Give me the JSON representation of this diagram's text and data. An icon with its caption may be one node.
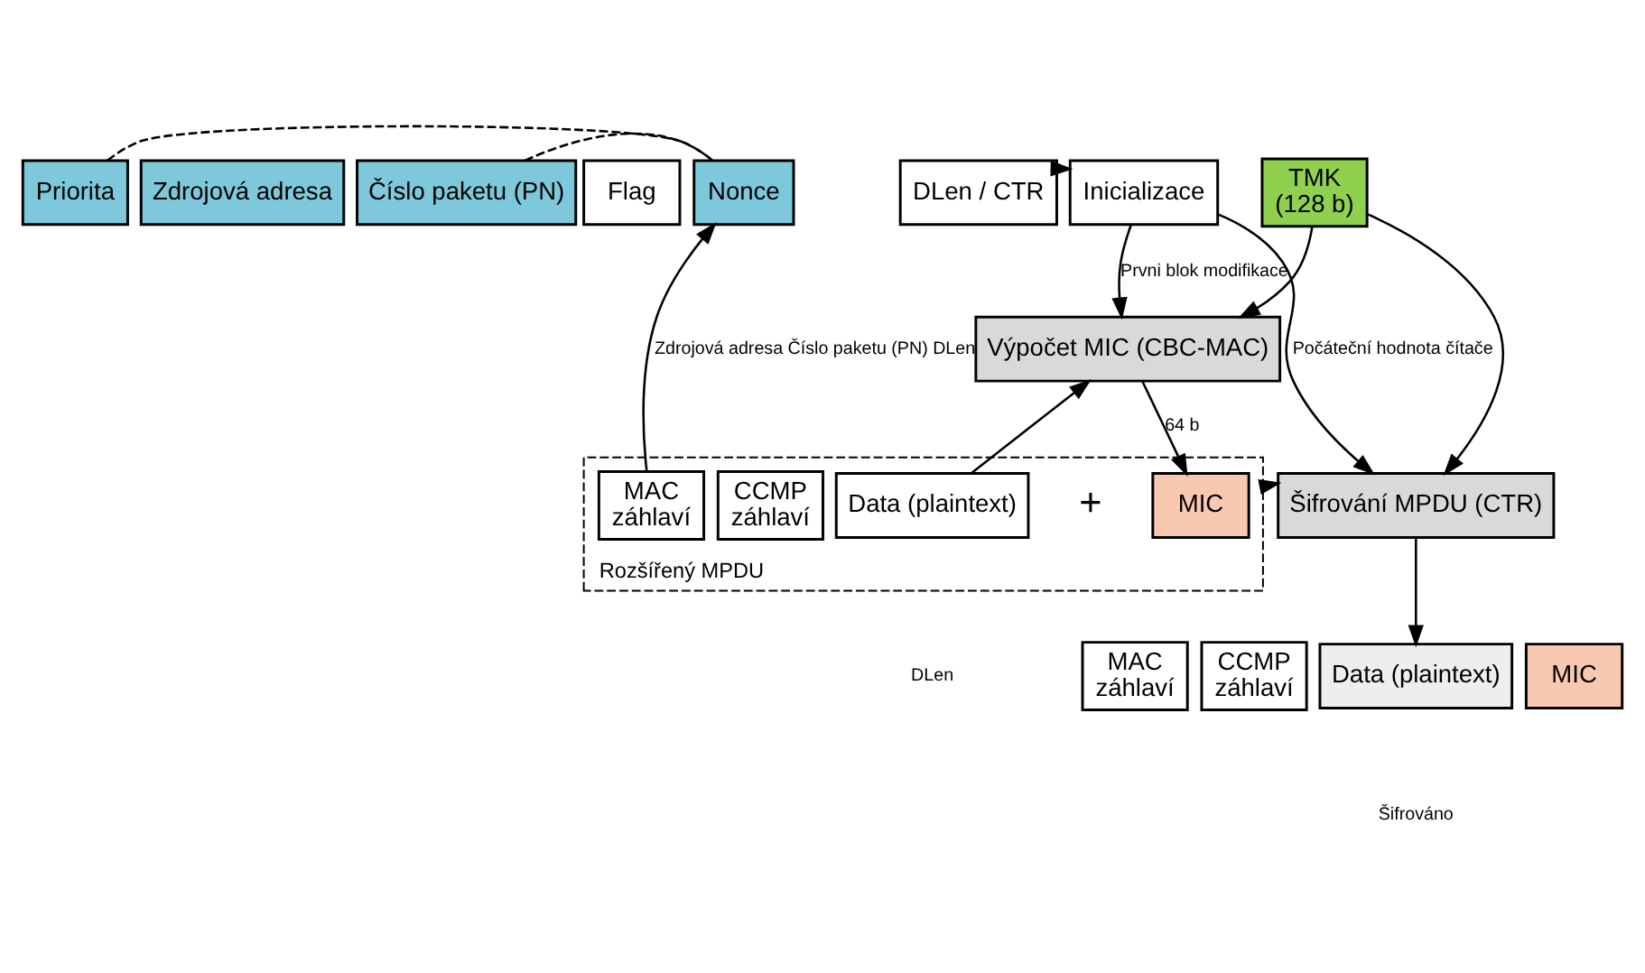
{
  "diagram": {
    "nodes": [
      {
        "text": [
          "Priorita"
        ]
      },
      {
        "text": [
          "Zdrojová adresa"
        ]
      },
      {
        "text": [
          "Číslo paketu (PN)"
        ]
      },
      {
        "text": [
          "Flag"
        ]
      },
      {
        "text": [
          "Nonce"
        ]
      },
      {
        "text": [
          "DLen / CTR"
        ]
      },
      {
        "text": [
          "TMK",
          "(128 b)"
        ]
      },
      {
        "text": [
          "Inicializace"
        ]
      },
      {
        "text": [
          "Výpočet MIC (CBC-MAC)"
        ]
      },
      {
        "text": [
          "Rozšířený MPDU"
        ]
      },
      {
        "text": [
          "MAC",
          "záhlaví"
        ],
        "in": 9
      },
      {
        "text": [
          "CCMP",
          "záhlaví"
        ],
        "in": 9
      },
      {
        "text": [
          "Data (plaintext)"
        ],
        "in": 9
      },
      {
        "text": [
          "MIC"
        ],
        "in": 9
      },
      {
        "text": [
          "Šifrování MPDU (CTR)"
        ]
      },
      {
        "text": [
          "MAC",
          "záhlaví"
        ]
      },
      {
        "text": [
          "CCMP",
          "záhlaví"
        ]
      },
      {
        "text": [
          "Data (plaintext)"
        ]
      },
      {
        "text": [
          "MIC"
        ]
      }
    ],
    "edges": [
      {
        "from": 0,
        "to": 4,
        "arrow": "none",
        "style": "dashed"
      },
      {
        "from": 2,
        "to": 4,
        "arrow": "none",
        "style": "dashed"
      },
      {
        "from": 5,
        "to": 7,
        "arrow": "to"
      },
      {
        "from": 7,
        "to": 8,
        "arrow": "to",
        "label": "Prvni blok modifikace"
      },
      {
        "from": 7,
        "to": 14,
        "arrow": "to",
        "label": "Počáteční hodnota čítače"
      },
      {
        "from": 6,
        "to": 8,
        "arrow": "to"
      },
      {
        "from": 6,
        "to": 14,
        "arrow": "to"
      },
      {
        "from": 10,
        "to": 4,
        "arrow": "to",
        "label": "Zdrojová adresa Číslo paketu (PN) DLen"
      },
      {
        "from": 12,
        "to": 8,
        "arrow": "to"
      },
      {
        "from": 8,
        "to": 13,
        "arrow": "to",
        "label": "64 b"
      },
      {
        "from": 9,
        "to": 14,
        "arrow": "to"
      },
      {
        "from": 14,
        "to": 17,
        "arrow": "to"
      }
    ],
    "labels": [
      "+",
      "DLen",
      "Šifrováno"
    ]
  }
}
